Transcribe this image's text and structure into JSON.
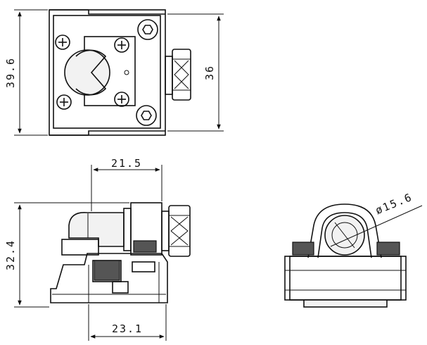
{
  "dimensions": {
    "top_height": "39.6",
    "top_inner_height": "36",
    "front_width": "21.5",
    "front_height": "32.4",
    "front_base_width": "23.1",
    "side_diameter": "ø15.6"
  },
  "colors": {
    "line": "#111111",
    "background": "#ffffff"
  }
}
